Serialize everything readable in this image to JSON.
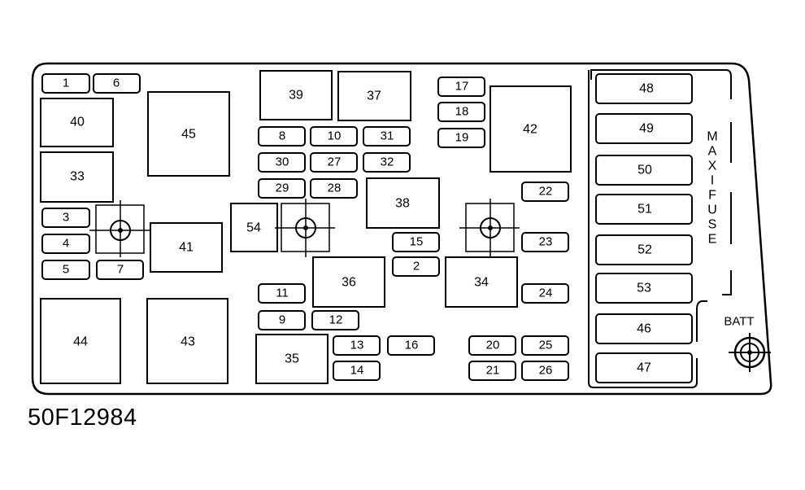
{
  "diagram": {
    "figure_code": "50F12984",
    "maxi_fuse_label": "MAXIFUSE",
    "batt_label": "BATT",
    "fuses": {
      "f1": "1",
      "f6": "6",
      "f3": "3",
      "f4": "4",
      "f5": "5",
      "f7": "7",
      "f8": "8",
      "f10": "10",
      "f31": "31",
      "f30": "30",
      "f27": "27",
      "f32": "32",
      "f29": "29",
      "f28": "28",
      "f17": "17",
      "f18": "18",
      "f19": "19",
      "f22": "22",
      "f15": "15",
      "f2": "2",
      "f23": "23",
      "f24": "24",
      "f11": "11",
      "f9": "9",
      "f12": "12",
      "f13": "13",
      "f16": "16",
      "f14": "14",
      "f20": "20",
      "f25": "25",
      "f21": "21",
      "f26": "26"
    },
    "relays": {
      "r40": "40",
      "r45": "45",
      "r33": "33",
      "r41": "41",
      "r44": "44",
      "r43": "43",
      "r39": "39",
      "r37": "37",
      "r38": "38",
      "r54": "54",
      "r36": "36",
      "r35": "35",
      "r42": "42",
      "r34": "34"
    },
    "maxi_fuses": {
      "m48": "48",
      "m49": "49",
      "m50": "50",
      "m51": "51",
      "m52": "52",
      "m53": "53",
      "m46": "46",
      "m47": "47"
    }
  }
}
